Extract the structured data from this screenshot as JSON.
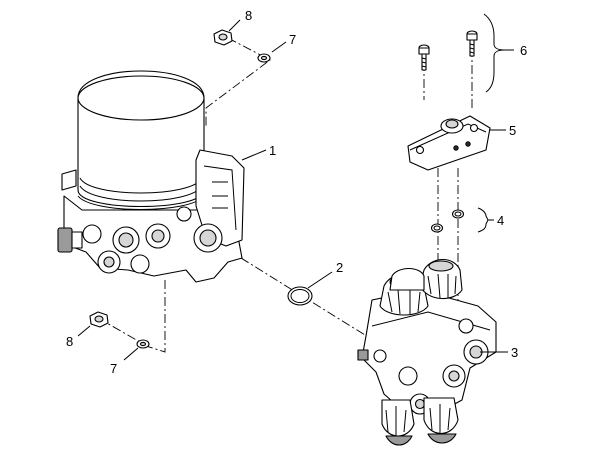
{
  "diagram": {
    "callouts": {
      "c1": "1",
      "c2": "2",
      "c3": "3",
      "c4": "4",
      "c5": "5",
      "c6": "6",
      "c7_top": "7",
      "c7_bottom": "7",
      "c8_top": "8",
      "c8_bottom": "8"
    }
  }
}
